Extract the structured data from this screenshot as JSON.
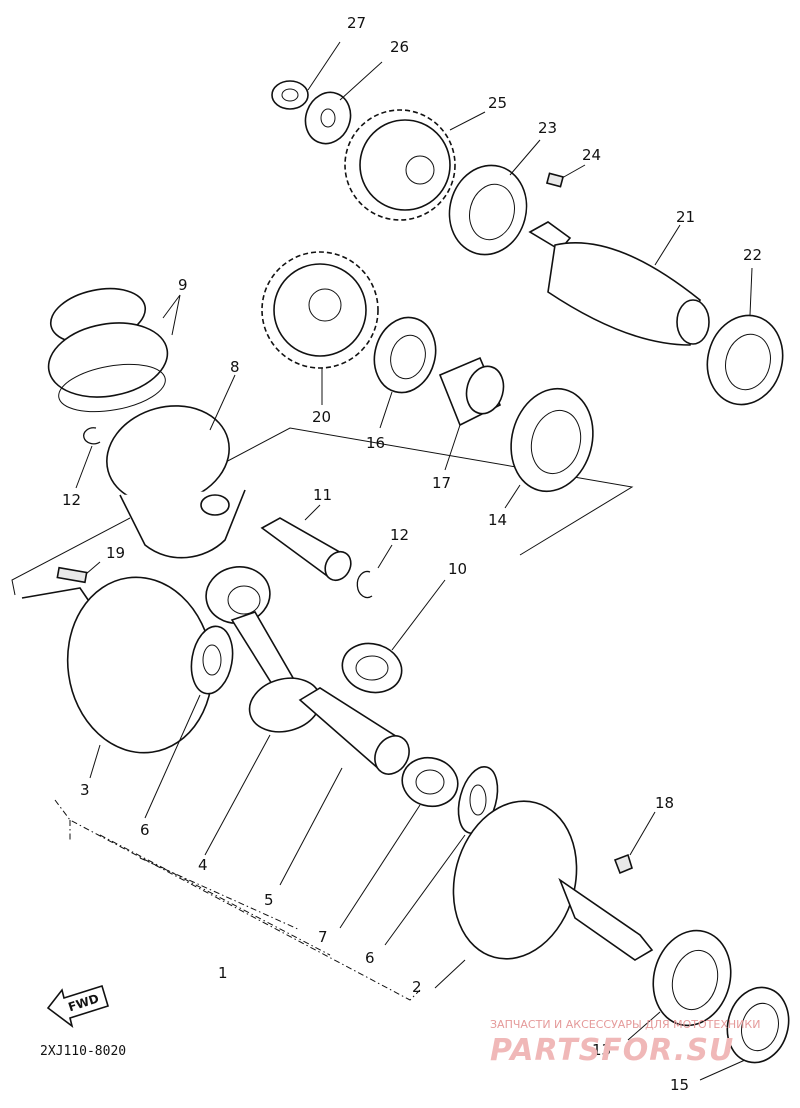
{
  "diagram": {
    "callouts": [
      {
        "id": "c27",
        "label": "27"
      },
      {
        "id": "c26",
        "label": "26"
      },
      {
        "id": "c25",
        "label": "25"
      },
      {
        "id": "c23",
        "label": "23"
      },
      {
        "id": "c24",
        "label": "24"
      },
      {
        "id": "c21",
        "label": "21"
      },
      {
        "id": "c22",
        "label": "22"
      },
      {
        "id": "c9",
        "label": "9"
      },
      {
        "id": "c8",
        "label": "8"
      },
      {
        "id": "c20",
        "label": "20"
      },
      {
        "id": "c16",
        "label": "16"
      },
      {
        "id": "c17",
        "label": "17"
      },
      {
        "id": "c14",
        "label": "14"
      },
      {
        "id": "c12a",
        "label": "12"
      },
      {
        "id": "c11",
        "label": "11"
      },
      {
        "id": "c12b",
        "label": "12"
      },
      {
        "id": "c19",
        "label": "19"
      },
      {
        "id": "c10",
        "label": "10"
      },
      {
        "id": "c3",
        "label": "3"
      },
      {
        "id": "c6a",
        "label": "6"
      },
      {
        "id": "c4",
        "label": "4"
      },
      {
        "id": "c5",
        "label": "5"
      },
      {
        "id": "c7",
        "label": "7"
      },
      {
        "id": "c1",
        "label": "1"
      },
      {
        "id": "c6b",
        "label": "6"
      },
      {
        "id": "c2",
        "label": "2"
      },
      {
        "id": "c18",
        "label": "18"
      },
      {
        "id": "c13",
        "label": "13"
      },
      {
        "id": "c15",
        "label": "15"
      }
    ],
    "direction_label": "FWD",
    "diagram_code": "2XJ110-8020"
  },
  "watermark": {
    "tagline": "ЗАПЧАСТИ И АКСЕССУАРЫ ДЛЯ МОТОТЕХНИКИ",
    "brand": "PARTSFOR.SU"
  }
}
